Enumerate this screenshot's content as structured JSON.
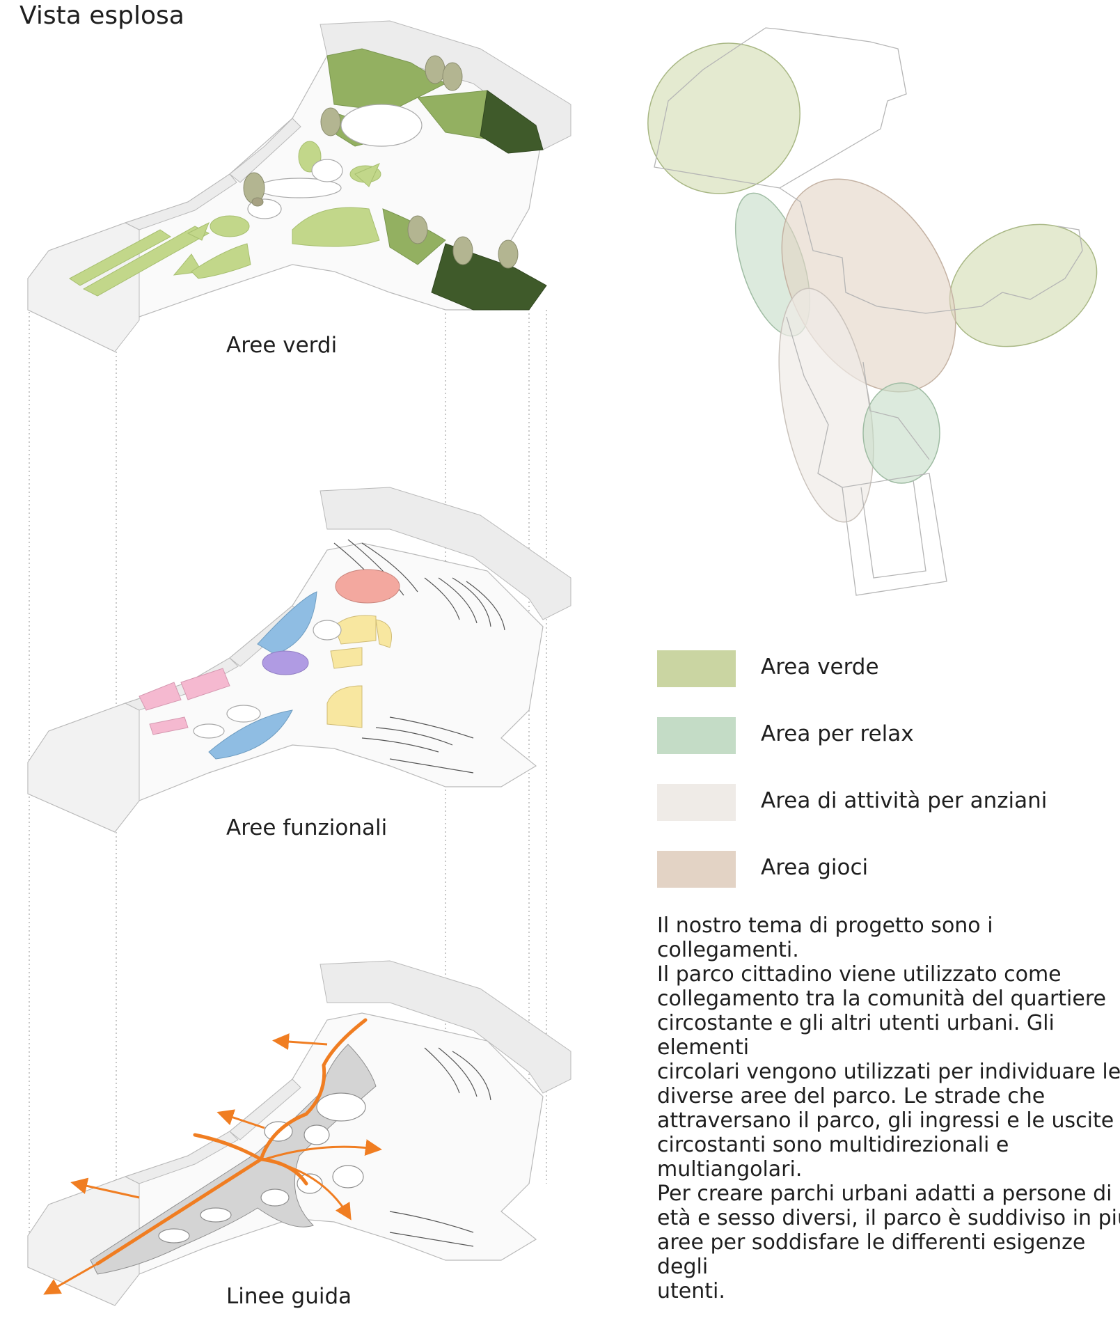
{
  "title": "Vista esplosa",
  "layers": [
    {
      "caption": "Aree verdi"
    },
    {
      "caption": "Aree funzionali"
    },
    {
      "caption": "Linee guida"
    }
  ],
  "legend": [
    {
      "label": "Area verde",
      "color": "#cad5a2"
    },
    {
      "label": "Area per relax",
      "color": "#c4dcc6"
    },
    {
      "label": "Area di attività per anziani",
      "color": "#efebe7"
    },
    {
      "label": "Area gioci",
      "color": "#e3d3c5"
    }
  ],
  "description": "Il nostro tema di progetto sono i collegamenti.\nIl parco cittadino viene utilizzato come\ncollegamento tra la comunità del quartiere\ncircostante e gli altri utenti urbani. Gli elementi\ncircolari vengono utilizzati per individuare le\ndiverse aree del parco. Le strade che\nattraversano il parco, gli ingressi e le uscite\ncircostanti sono multidirezionali e\nmultiangolari.\nPer creare parchi urbani adatti a persone di\netà e sesso diversi, il parco è suddiviso in più\naree per soddisfare le differenti esigenze degli\nutenti.",
  "colors": {
    "green_light": "#c2d78a",
    "green_mid": "#93b061",
    "green_dark": "#3f5a2a",
    "wall": "#ececec",
    "wall_edge": "#b9b9b9",
    "blue": "#8fbde3",
    "pink": "#f5b9d0",
    "purple": "#b09be3",
    "yellow": "#f8e7a0",
    "red": "#f3a89f",
    "path_grey": "#d4d4d4",
    "orange": "#f07d21"
  }
}
